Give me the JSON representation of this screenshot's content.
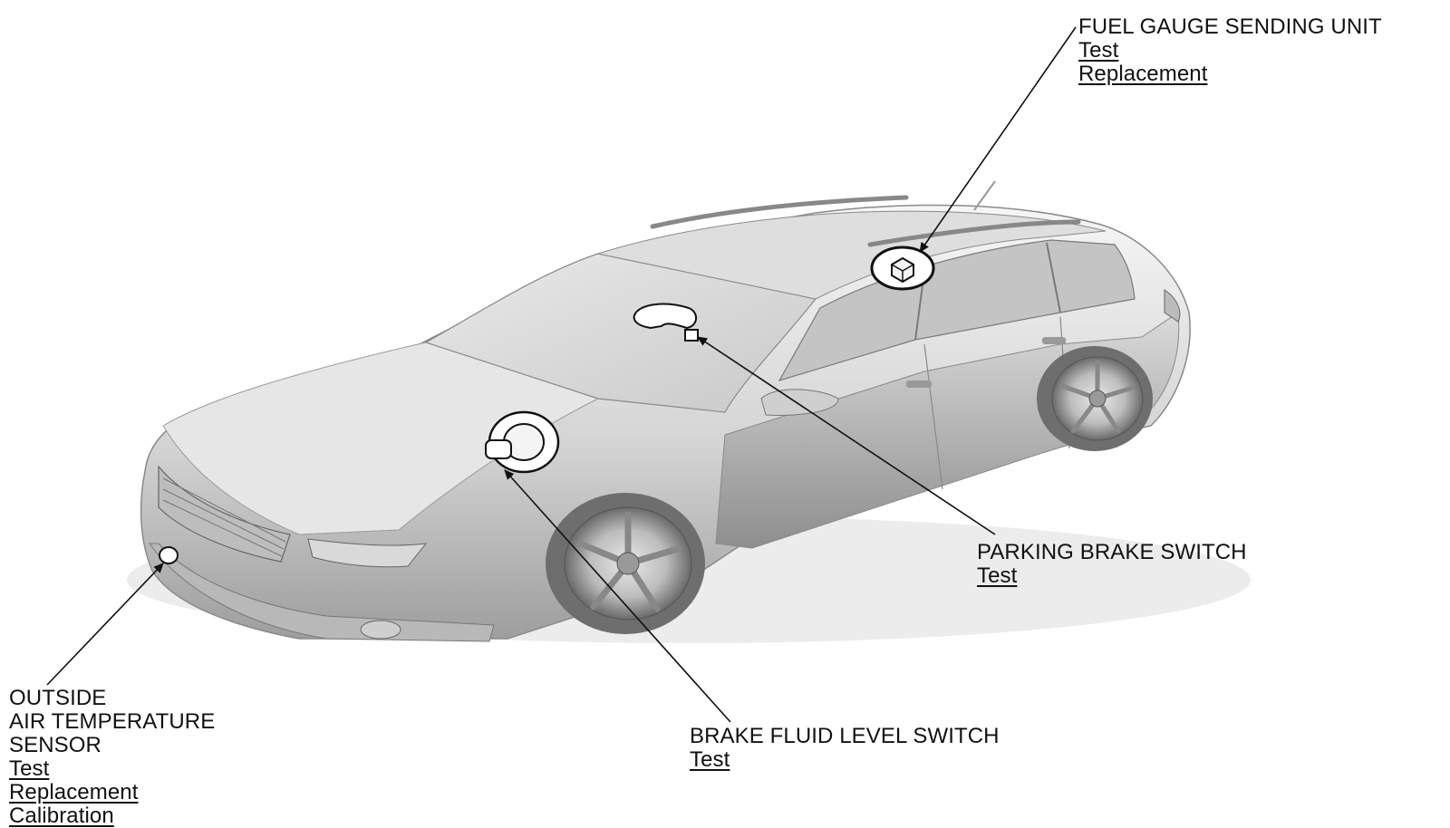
{
  "callouts": {
    "fuel_gauge": {
      "title": "FUEL GAUGE SENDING UNIT",
      "links": [
        "Test",
        "Replacement"
      ]
    },
    "parking_brake": {
      "title": "PARKING BRAKE SWITCH",
      "links": [
        "Test"
      ]
    },
    "brake_fluid": {
      "title": "BRAKE FLUID LEVEL SWITCH",
      "links": [
        "Test"
      ]
    },
    "outside_air": {
      "title_lines": [
        "OUTSIDE",
        "AIR TEMPERATURE",
        "SENSOR"
      ],
      "links": [
        "Test",
        "Replacement",
        "Calibration"
      ]
    }
  },
  "colors": {
    "body_light": "#f2f2f2",
    "body_mid": "#cfcfcf",
    "body_dark": "#9a9a9a",
    "tire": "#6e6e6e",
    "line": "#111111"
  }
}
